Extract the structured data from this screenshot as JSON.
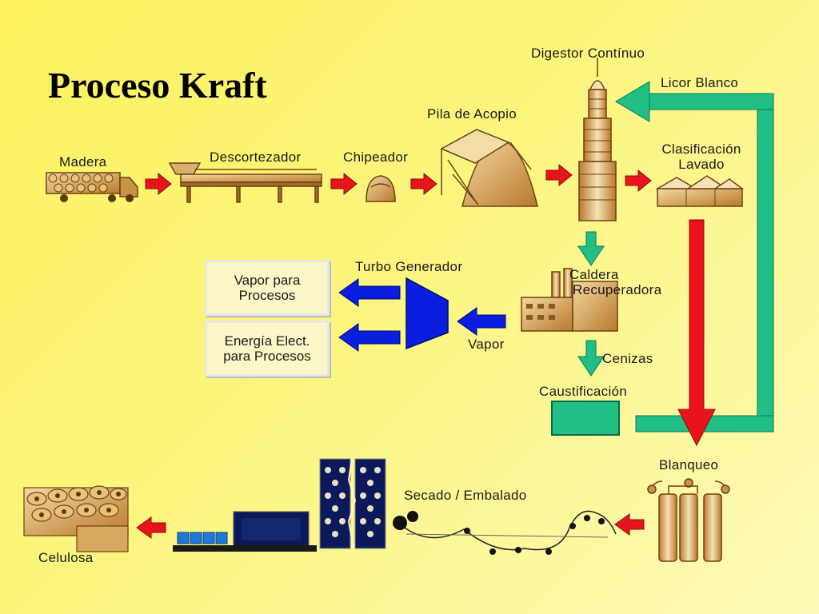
{
  "title": "Proceso Kraft",
  "labels": {
    "digestor": "Digestor Contínuo",
    "licor_blanco": "Licor Blanco",
    "pila": "Pila de Acopio",
    "madera": "Madera",
    "descortezador": "Descortezador",
    "chipeador": "Chipeador",
    "clasificacion_1": "Clasificación",
    "clasificacion_2": "Lavado",
    "turbo": "Turbo Generador",
    "caldera_1": "Caldera",
    "caldera_2": "Recuperadora",
    "vapor": "Vapor",
    "cenizas": "Cenizas",
    "caustificacion": "Caustificación",
    "blanqueo": "Blanqueo",
    "secado": "Secado / Embalado",
    "celulosa": "Celulosa"
  },
  "outputs": {
    "vapor_1": "Vapor para",
    "vapor_2": "Procesos",
    "energia_1": "Energía Elect.",
    "energia_2": "para Procesos"
  },
  "colors": {
    "flow_red": "#e8141c",
    "flow_green": "#1fbf86",
    "flow_blue": "#0a1ee0",
    "wood": "#d9a85a",
    "dark_navy": "#0c1a5c"
  }
}
